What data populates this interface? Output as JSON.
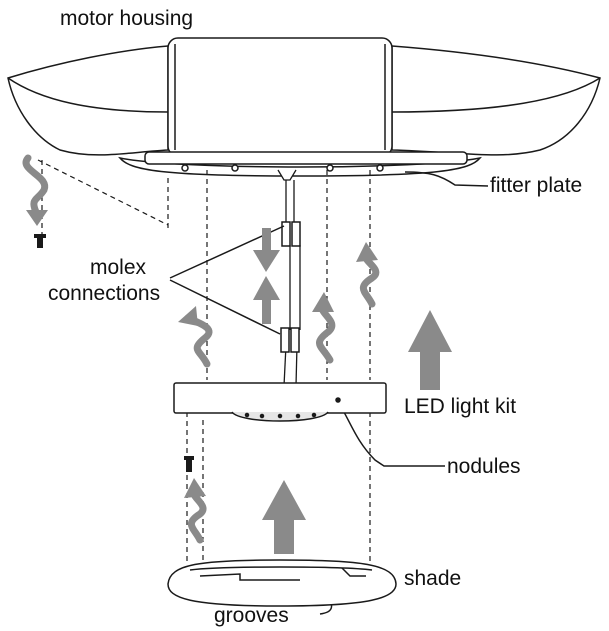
{
  "labels": {
    "motor_housing": "motor housing",
    "fitter_plate": "fitter plate",
    "molex_line1": "molex",
    "molex_line2": "connections",
    "led_light_kit": "LED light kit",
    "nodules": "nodules",
    "shade": "shade",
    "grooves": "grooves"
  },
  "colors": {
    "line": "#1a1a1a",
    "arrow": "#8a8a8a",
    "fill": "#ffffff"
  },
  "icons": [
    "curved-arrow-icon",
    "up-arrow-icon",
    "down-arrow-icon",
    "screw-icon"
  ]
}
